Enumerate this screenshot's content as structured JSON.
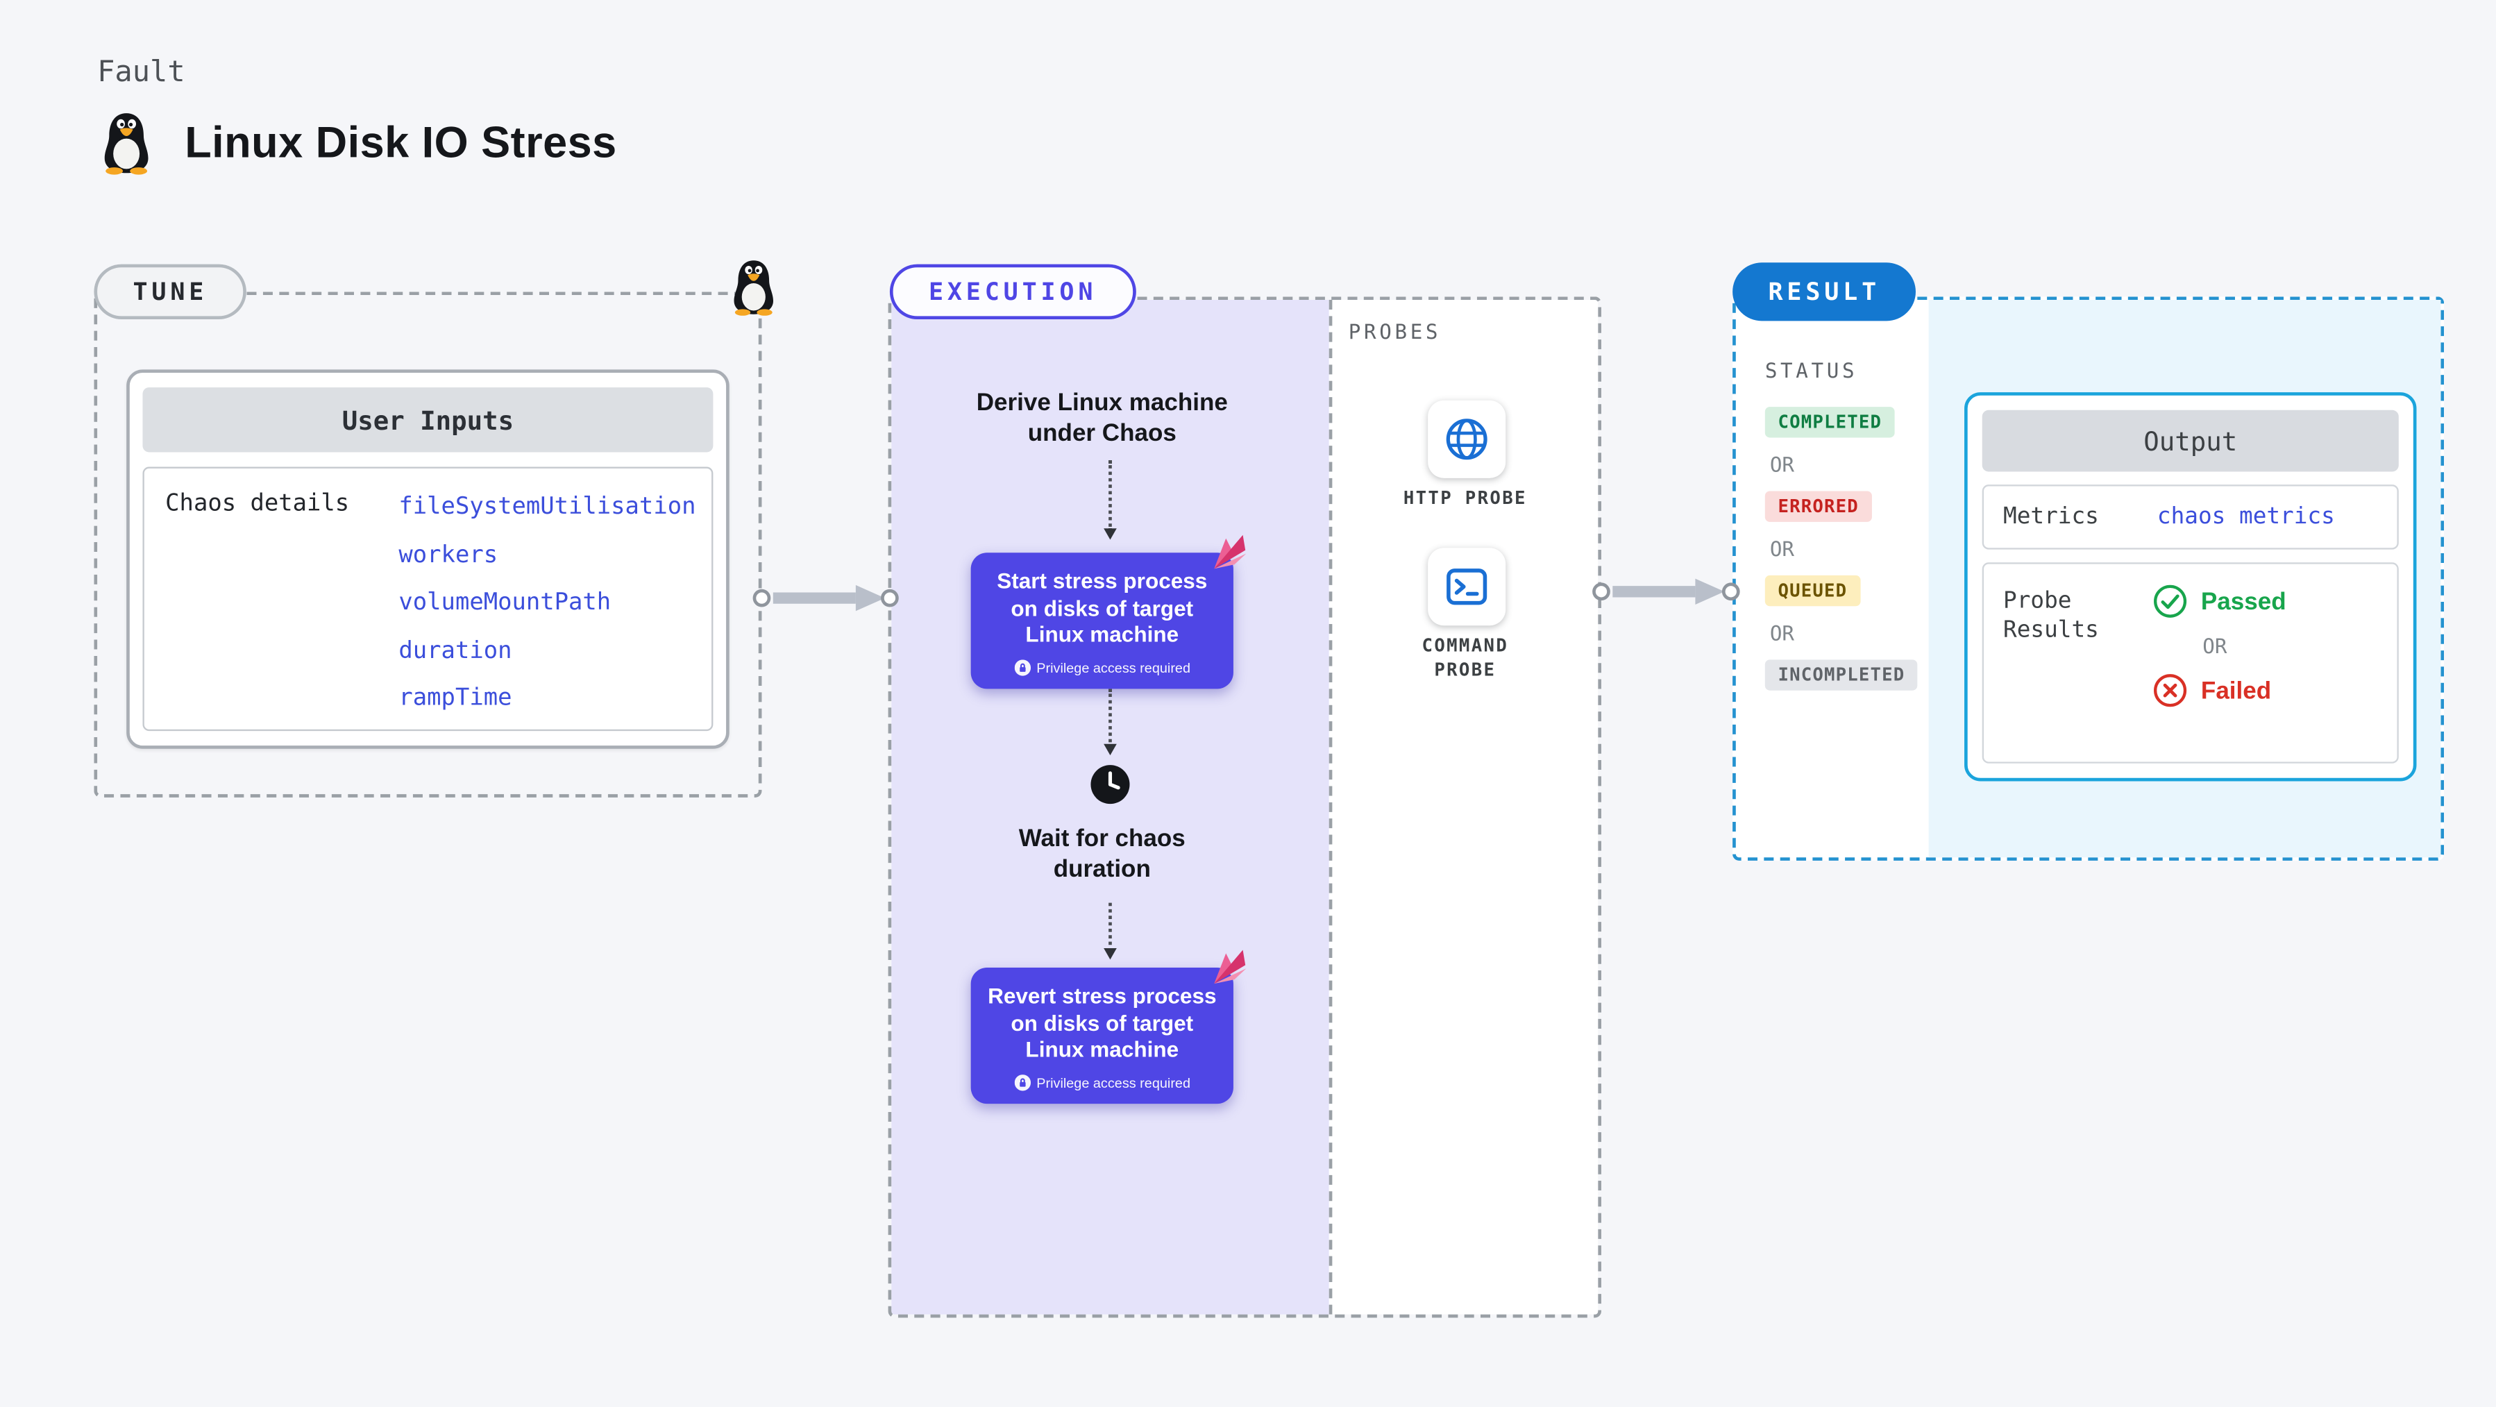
{
  "page": {
    "kicker": "Fault",
    "title": "Linux Disk IO Stress"
  },
  "palette": {
    "accent_indigo": "#4f46e5",
    "accent_blue": "#1478d0",
    "link_blue": "#3b4edb",
    "output_border_cyan": "#1ba4dc",
    "completed_green": "#0f7d42",
    "errored_red": "#c5221f",
    "queued_amber": "#6b5300",
    "incompleted_gray": "#5f6368",
    "passed_green": "#18a54c",
    "failed_red": "#d93025",
    "execution_panel_purple": "#e5e3fa",
    "result_panel_blue": "#e9f6fd"
  },
  "tune": {
    "label": "TUNE",
    "card_title": "User Inputs",
    "row_label": "Chaos details",
    "params": [
      "fileSystemUtilisation",
      "workers",
      "volumeMountPath",
      "duration",
      "rampTime"
    ]
  },
  "execution": {
    "label": "EXECUTION",
    "derive": "Derive Linux machine under Chaos",
    "start": "Start stress process on disks of target Linux machine",
    "wait": "Wait for chaos duration",
    "revert": "Revert stress process on disks of target Linux machine",
    "privilege": "Privilege access required",
    "probes": {
      "label": "PROBES",
      "items": [
        {
          "label": "HTTP PROBE"
        },
        {
          "label": "COMMAND PROBE"
        }
      ]
    }
  },
  "result": {
    "label": "RESULT",
    "status": {
      "label": "STATUS",
      "or": "OR",
      "badges": [
        {
          "text": "COMPLETED"
        },
        {
          "text": "ERRORED"
        },
        {
          "text": "QUEUED"
        },
        {
          "text": "INCOMPLETED"
        }
      ]
    },
    "output": {
      "title": "Output",
      "metrics_label": "Metrics",
      "metrics_value": "chaos metrics",
      "probe_results_label": "Probe Results",
      "passed": "Passed",
      "or": "OR",
      "failed": "Failed"
    }
  }
}
